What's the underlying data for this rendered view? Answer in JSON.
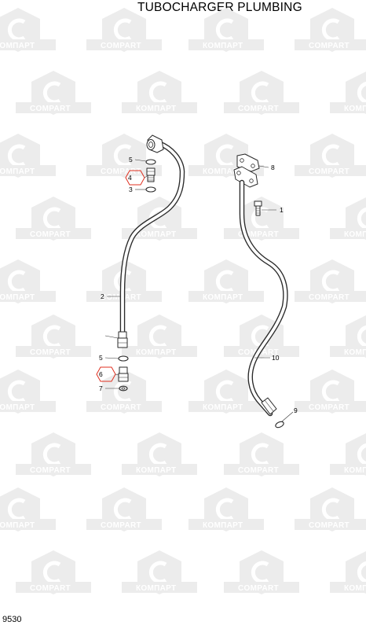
{
  "diagram": {
    "title": "TUBOCHARGER PLUMBING",
    "page_id": "9530",
    "watermark": {
      "brand_cyrillic": "КОМПАРТ",
      "brand_latin": "COMPART",
      "color": "#ececec"
    },
    "callouts": {
      "p1": "1",
      "p2": "2",
      "p3": "3",
      "p4": "4",
      "p5a": "5",
      "p5b": "5",
      "p6": "6",
      "p7": "7",
      "p8": "8",
      "p9": "9",
      "p10": "10"
    },
    "highlight_color": "#e03020"
  }
}
